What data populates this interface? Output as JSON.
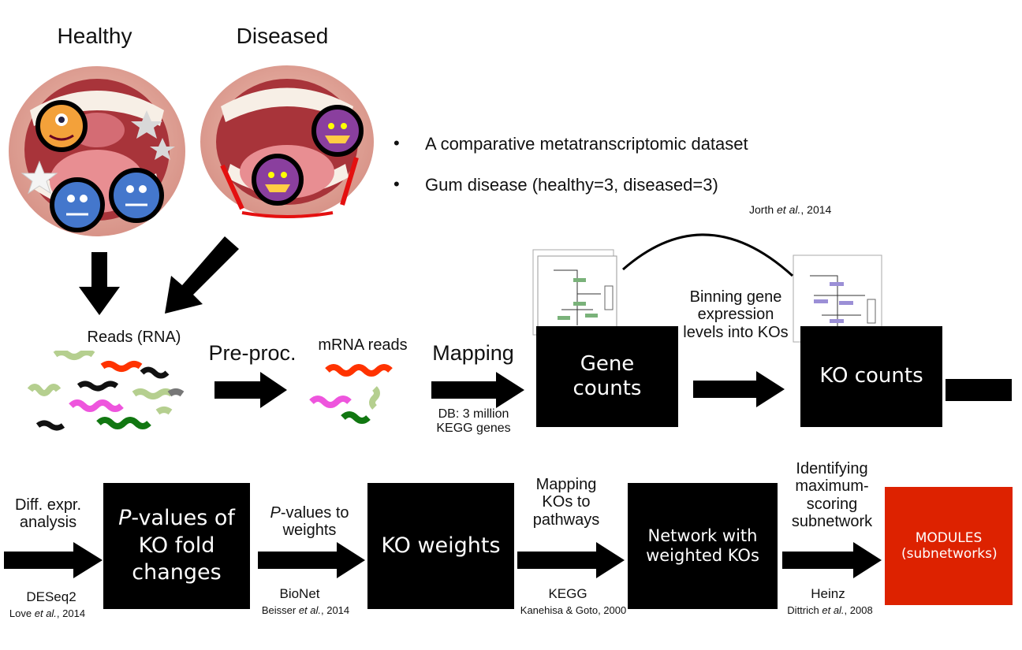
{
  "samples": {
    "healthy_label": "Healthy",
    "diseased_label": "Diseased"
  },
  "bullets": [
    "A comparative metatranscriptomic dataset",
    "Gum disease (healthy=3, diseased=3)"
  ],
  "dataset_citation": {
    "prefix": "Jorth ",
    "etal": "et al.",
    "suffix": ", 2014"
  },
  "row1": {
    "reads_label": "Reads (RNA)",
    "preproc_label": "Pre-proc.",
    "mrna_label": "mRNA reads",
    "mapping_label": "Mapping",
    "mapping_db": "DB: 3 million KEGG genes",
    "gene_counts_box": "Gene counts",
    "binning_label": "Binning gene expression levels into KOs",
    "ko_counts_box": "KO counts"
  },
  "row2": {
    "diff_label": "Diff. expr. analysis",
    "deseq_tool": "DESeq2",
    "deseq_cite": {
      "prefix": "Love ",
      "etal": "et al.",
      "suffix": ", 2014"
    },
    "pvalues_box": {
      "p": "P",
      "rest": "-values of KO fold changes"
    },
    "pval_to_w": {
      "p": "P",
      "rest": "-values to weights"
    },
    "bionet_tool": "BioNet",
    "bionet_cite": {
      "prefix": "Beisser ",
      "etal": "et al.",
      "suffix": ", 2014"
    },
    "ko_weights_box": "KO weights",
    "map_pathways": "Mapping KOs to pathways",
    "kegg_tool": "KEGG",
    "kegg_cite": "Kanehisa & Goto, 2000",
    "network_box": "Network with weighted KOs",
    "identify_label": "Identifying maximum-scoring subnetwork",
    "heinz_tool": "Heinz",
    "heinz_cite": {
      "prefix": "Dittrich ",
      "etal": "et al.",
      "suffix": ", 2008"
    },
    "modules_box": "MODULES (subnetworks)"
  },
  "colors": {
    "box": "#000000",
    "modules": "#dd2200",
    "read_green_light": "#b5cf8f",
    "read_black": "#111111",
    "read_pink": "#ee55dd",
    "read_red": "#ff3300",
    "read_green_dark": "#117711",
    "read_grey": "#777777"
  },
  "icons": {
    "microbe": "microbe-icon",
    "pathway": "pathway-map-icon"
  }
}
